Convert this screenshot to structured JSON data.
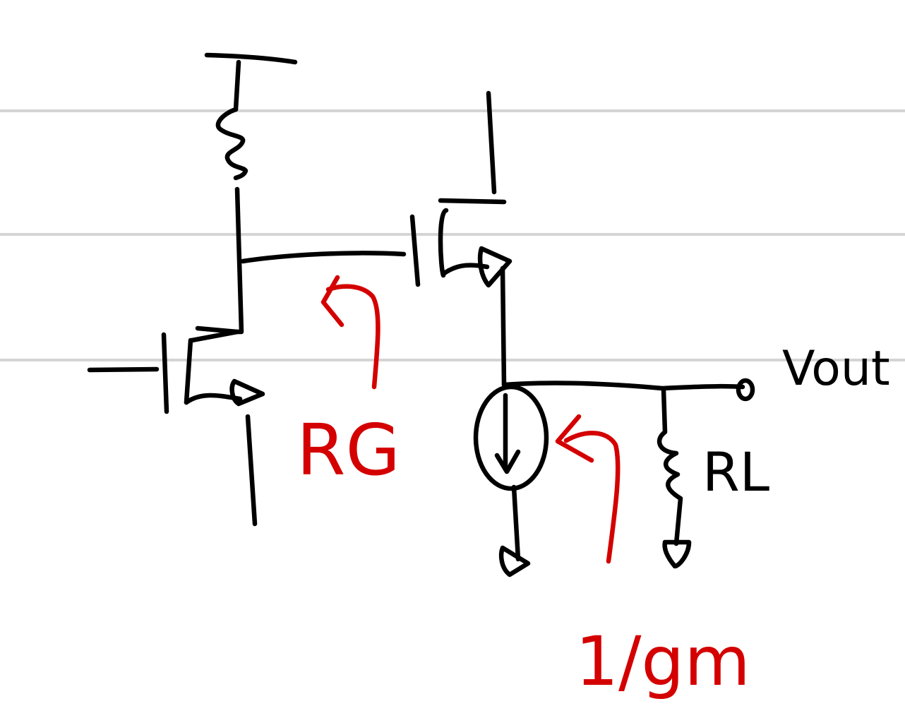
{
  "labels": {
    "vout": "Vout",
    "rl": "RL",
    "rg": "RG",
    "one_over_gm": "1/gm"
  },
  "colors": {
    "ink": "#000000",
    "annotation": "#d40000",
    "ruled_line": "#d4d4d4",
    "background": "#ffffff"
  }
}
